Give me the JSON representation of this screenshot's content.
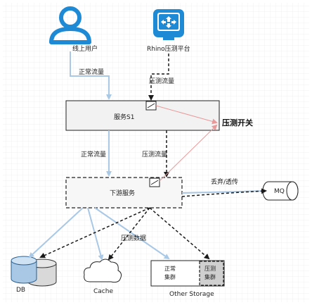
{
  "nodes": {
    "user": {
      "label": "线上用户",
      "icon": "user-icon"
    },
    "rhino": {
      "label": "Rhino压测平台",
      "icon": "rhino-platform-icon"
    },
    "service_s1": {
      "label": "服务S1"
    },
    "downstream": {
      "label": "下游服务"
    },
    "switch": {
      "label": "压测开关"
    },
    "mq": {
      "label": "MQ"
    },
    "db": {
      "label": "DB"
    },
    "cache": {
      "label": "Cache"
    },
    "storage": {
      "label": "Other Storage",
      "normal_cluster": [
        "正常",
        "集群"
      ],
      "test_cluster": [
        "压测",
        "集群"
      ]
    }
  },
  "edges": {
    "user_to_s1": "正常流量",
    "rhino_to_s1": "压测流量",
    "s1_to_down_normal": "正常流量",
    "s1_to_down_test": "压测流量",
    "down_to_mq": "丢弃/透传",
    "down_to_storage": "压测数据"
  },
  "colors": {
    "normal_flow": "#a8c8e6",
    "test_flow": "#1a1a1a",
    "switch_line": "#e89a9a",
    "switch_text": "#e02020",
    "icon_blue": "#1e8ad6"
  }
}
